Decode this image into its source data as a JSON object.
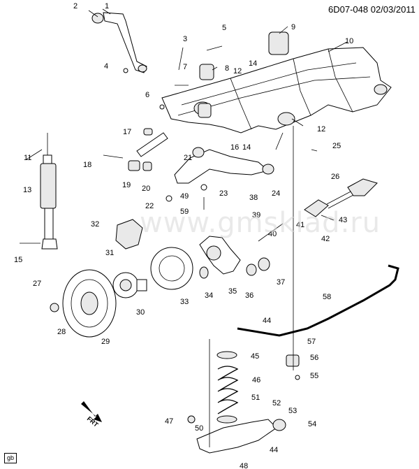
{
  "diagram": {
    "code": "6D07-048",
    "date": "02/03/2011",
    "watermark": "www.gmsklad.ru",
    "badge": "gb",
    "direction_label": "FRT"
  },
  "callouts": [
    {
      "id": "c1",
      "label": "1"
    },
    {
      "id": "c2",
      "label": "2"
    },
    {
      "id": "c3",
      "label": "3"
    },
    {
      "id": "c4",
      "label": "4"
    },
    {
      "id": "c5",
      "label": "5"
    },
    {
      "id": "c6",
      "label": "6"
    },
    {
      "id": "c7",
      "label": "7"
    },
    {
      "id": "c8",
      "label": "8"
    },
    {
      "id": "c9",
      "label": "9"
    },
    {
      "id": "c10",
      "label": "10"
    },
    {
      "id": "c11",
      "label": "11"
    },
    {
      "id": "c12a",
      "label": "12"
    },
    {
      "id": "c12b",
      "label": "12"
    },
    {
      "id": "c13",
      "label": "13"
    },
    {
      "id": "c14a",
      "label": "14"
    },
    {
      "id": "c14b",
      "label": "14"
    },
    {
      "id": "c15",
      "label": "15"
    },
    {
      "id": "c16",
      "label": "16"
    },
    {
      "id": "c17",
      "label": "17"
    },
    {
      "id": "c18",
      "label": "18"
    },
    {
      "id": "c19",
      "label": "19"
    },
    {
      "id": "c20",
      "label": "20"
    },
    {
      "id": "c21",
      "label": "21"
    },
    {
      "id": "c22",
      "label": "22"
    },
    {
      "id": "c23",
      "label": "23"
    },
    {
      "id": "c24",
      "label": "24"
    },
    {
      "id": "c25",
      "label": "25"
    },
    {
      "id": "c26",
      "label": "26"
    },
    {
      "id": "c27",
      "label": "27"
    },
    {
      "id": "c28",
      "label": "28"
    },
    {
      "id": "c29",
      "label": "29"
    },
    {
      "id": "c30",
      "label": "30"
    },
    {
      "id": "c31",
      "label": "31"
    },
    {
      "id": "c32",
      "label": "32"
    },
    {
      "id": "c33",
      "label": "33"
    },
    {
      "id": "c34",
      "label": "34"
    },
    {
      "id": "c35",
      "label": "35"
    },
    {
      "id": "c36",
      "label": "36"
    },
    {
      "id": "c37",
      "label": "37"
    },
    {
      "id": "c38",
      "label": "38"
    },
    {
      "id": "c39",
      "label": "39"
    },
    {
      "id": "c40",
      "label": "40"
    },
    {
      "id": "c41",
      "label": "41"
    },
    {
      "id": "c42",
      "label": "42"
    },
    {
      "id": "c43",
      "label": "43"
    },
    {
      "id": "c44a",
      "label": "44"
    },
    {
      "id": "c44b",
      "label": "44"
    },
    {
      "id": "c45",
      "label": "45"
    },
    {
      "id": "c46",
      "label": "46"
    },
    {
      "id": "c47",
      "label": "47"
    },
    {
      "id": "c48",
      "label": "48"
    },
    {
      "id": "c49",
      "label": "49"
    },
    {
      "id": "c50",
      "label": "50"
    },
    {
      "id": "c51",
      "label": "51"
    },
    {
      "id": "c52",
      "label": "52"
    },
    {
      "id": "c53",
      "label": "53"
    },
    {
      "id": "c54",
      "label": "54"
    },
    {
      "id": "c55",
      "label": "55"
    },
    {
      "id": "c56",
      "label": "56"
    },
    {
      "id": "c57",
      "label": "57"
    },
    {
      "id": "c58",
      "label": "58"
    },
    {
      "id": "c59",
      "label": "59"
    }
  ]
}
